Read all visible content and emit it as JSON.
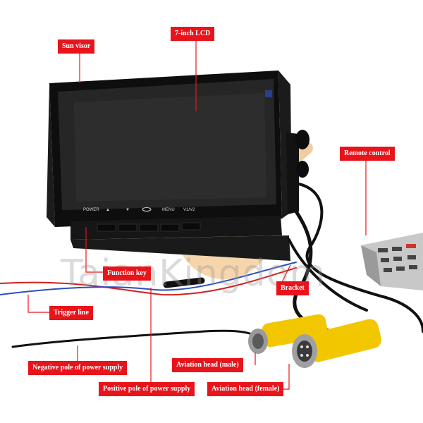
{
  "labels": {
    "sun_visor": "Sun visor",
    "lcd": "7-inch LCD",
    "remote_control": "Remote control",
    "function_key": "Function key",
    "bracket": "Bracket",
    "trigger_line": "Trigger line",
    "negative_pole": "Negative pole of power supply",
    "positive_pole": "Positive pole of power supply",
    "aviation_male": "Aviation head (male)",
    "aviation_female": "Aviation head (female)"
  },
  "buttons": {
    "power": "POWER",
    "up": "▲",
    "down": "▼",
    "menu": "MENU",
    "v1v2": "V1/V2"
  },
  "watermark": "TaianKingdom",
  "colors": {
    "callout_red": "#e8141b",
    "monitor_black": "#111111",
    "connector_yellow": "#f2c700",
    "wire_red": "#d42020",
    "wire_blue": "#2a4fc0"
  }
}
